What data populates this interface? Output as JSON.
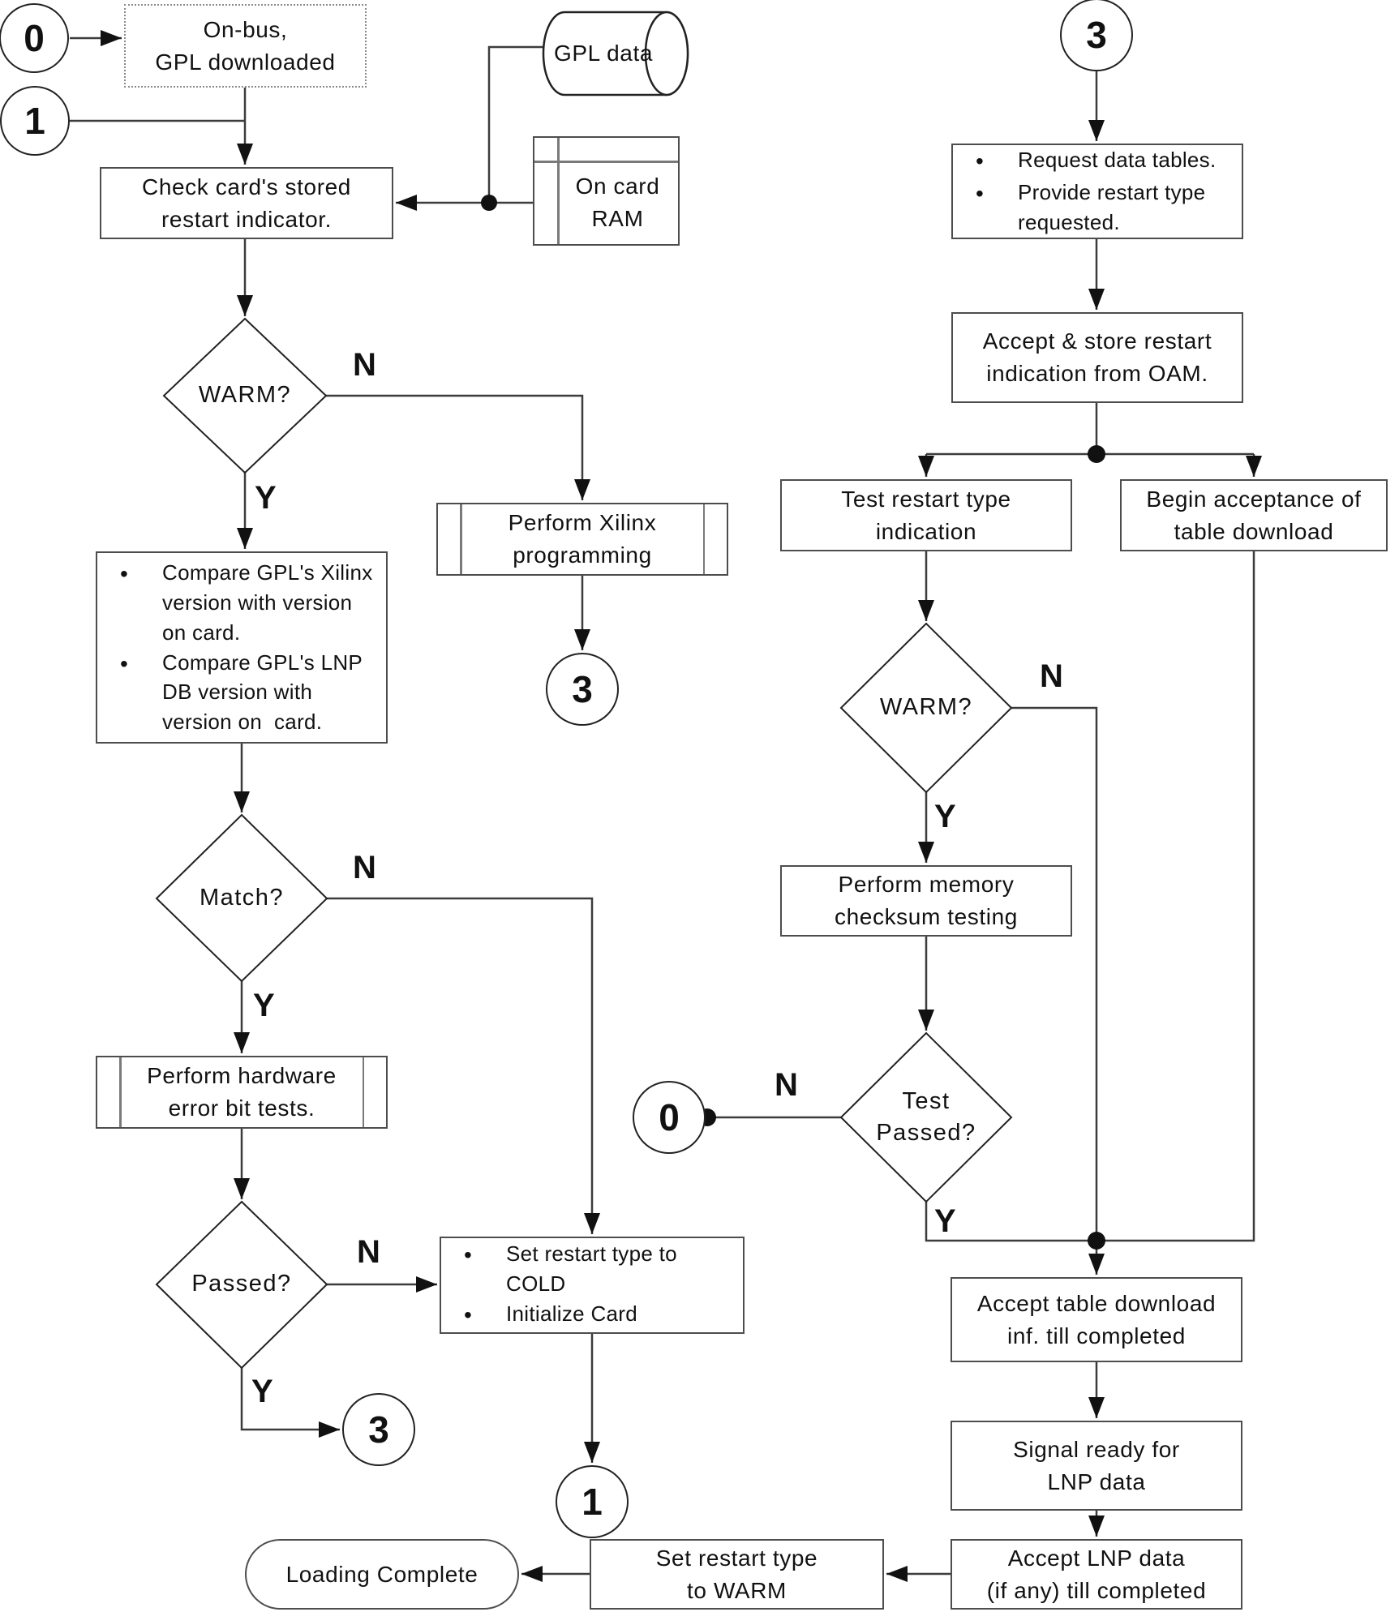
{
  "title": "Card loading / restart flowchart",
  "ui": {
    "bullet": "•"
  },
  "colors": {
    "line": "#3c3c3c",
    "arrow": "#111111",
    "box_border": "#4d4d4d",
    "text": "#111111",
    "background": "#ffffff"
  },
  "labels": {
    "n": "N",
    "y": "Y"
  },
  "nodes": {
    "c0": {
      "label": "0"
    },
    "c1": {
      "label": "1"
    },
    "c3a": {
      "label": "3"
    },
    "c3b": {
      "label": "3"
    },
    "c1b": {
      "label": "1"
    },
    "c3t": {
      "label": "3"
    },
    "c0b": {
      "label": "0"
    },
    "onbus": {
      "text": "On-bus,\nGPL downloaded"
    },
    "gpl_data": {
      "text": "GPL data"
    },
    "ram": {
      "text": "On card\nRAM"
    },
    "check": {
      "text": "Check card's stored\nrestart indicator."
    },
    "warm1": {
      "text": "WARM?"
    },
    "xilinx": {
      "text": "Perform Xilinx\nprogramming"
    },
    "compare": {
      "items": [
        "Compare GPL's Xilinx\nversion with version\non card.",
        "Compare GPL's LNP\nDB version with\nversion on  card."
      ]
    },
    "match": {
      "text": "Match?"
    },
    "hw": {
      "text": "Perform hardware\nerror bit tests."
    },
    "passed": {
      "text": "Passed?"
    },
    "cold": {
      "items": [
        "Set restart type to\nCOLD",
        "Initialize Card"
      ]
    },
    "request": {
      "items": [
        "Request data tables.",
        "Provide restart type\nrequested."
      ]
    },
    "oam": {
      "text": "Accept & store restart\nindication from OAM."
    },
    "test": {
      "text": "Test restart type\nindication"
    },
    "begin": {
      "text": "Begin acceptance of\ntable download"
    },
    "warm2": {
      "text": "WARM?"
    },
    "checksum": {
      "text": "Perform memory\nchecksum testing"
    },
    "tp": {
      "text": "Test\nPassed?"
    },
    "accepttbl": {
      "text": "Accept table download\ninf. till completed"
    },
    "signal": {
      "text": "Signal ready for\nLNP data"
    },
    "lnp": {
      "text": "Accept LNP data\n(if any) till completed"
    },
    "warmset": {
      "text": "Set restart type\nto WARM"
    },
    "loading": {
      "text": "Loading Complete"
    }
  }
}
